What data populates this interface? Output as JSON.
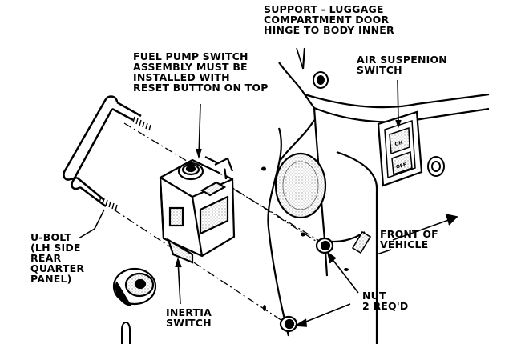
{
  "labels": {
    "support_line1": "SUPPORT - LUGGAGE",
    "support_line2": "COMPARTMENT DOOR",
    "support_line3": "HINGE TO BODY INNER",
    "air_line1": "AIR SUSPENION",
    "air_line2": "SWITCH",
    "fuel_line1": "FUEL PUMP SWITCH",
    "fuel_line2": "ASSEMBLY MUST BE",
    "fuel_line3": "INSTALLED WITH",
    "fuel_line4": "RESET BUTTON ON TOP",
    "ubolt_line1": "U-BOLT",
    "ubolt_line2": "(LH SIDE",
    "ubolt_line3": "REAR",
    "ubolt_line4": "QUARTER",
    "ubolt_line5": "PANEL)",
    "front_line1": "FRONT OF",
    "front_line2": "VEHICLE",
    "nut_line1": "NUT",
    "nut_line2": "2 REQ'D",
    "inertia_line1": "INERTIA",
    "inertia_line2": "SWITCH",
    "switch_on": "ON",
    "switch_off": "OFF"
  },
  "colors": {
    "ink": "#000000",
    "paper": "#ffffff",
    "shade": "#d8d8d8"
  }
}
